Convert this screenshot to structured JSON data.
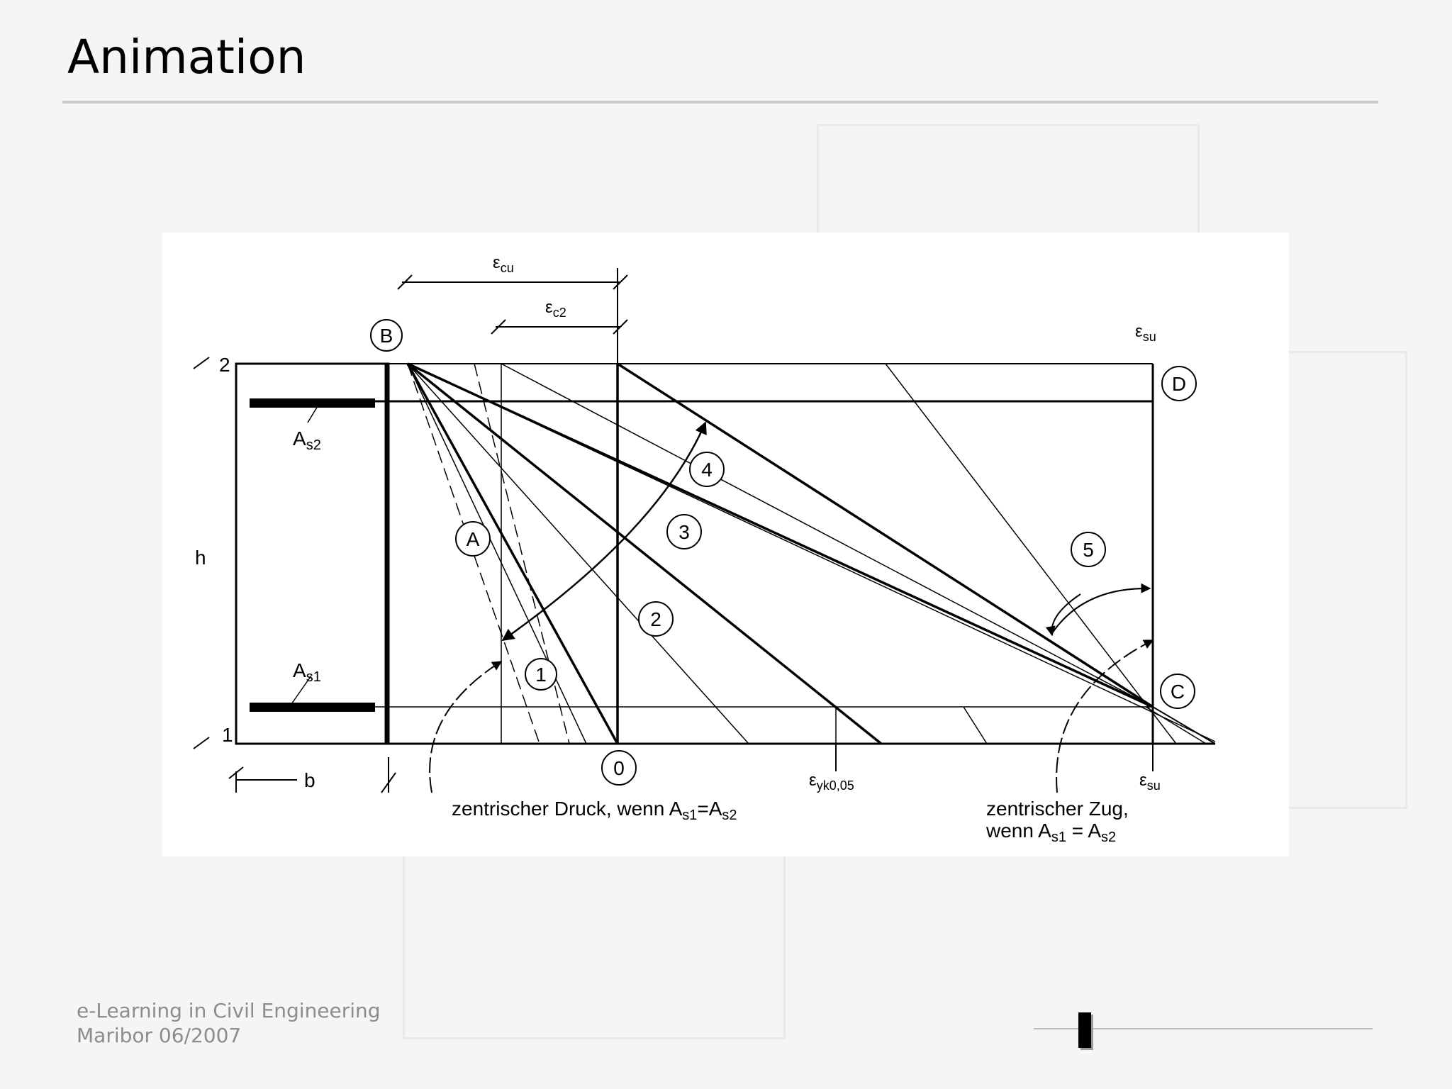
{
  "slide": {
    "title": "Animation"
  },
  "footer": {
    "line1": "e-Learning in Civil Engineering",
    "line2": "Maribor 06/2007"
  },
  "diagram": {
    "eps_cu": "ε",
    "eps_cu_sub": "cu",
    "eps_c2": "ε",
    "eps_c2_sub": "c2",
    "eps_su_top": "ε",
    "eps_su_top_sub": "su",
    "eps_su_bottom": "ε",
    "eps_su_bottom_sub": "su",
    "eps_yk": "ε",
    "eps_yk_sub": "yk0,05",
    "point_B": "B",
    "point_D": "D",
    "point_A": "A",
    "point_C": "C",
    "point_0": "0",
    "zone_1": "1",
    "zone_2": "2",
    "zone_3": "3",
    "zone_4": "4",
    "zone_5": "5",
    "fiber_top": "2",
    "fiber_bottom": "1",
    "height_label": "h",
    "width_label": "b",
    "as2": "A",
    "as2_sub": "s2",
    "as1": "A",
    "as1_sub": "s1",
    "druck_text": "zentrischer Druck, wenn A",
    "druck_sub1": "s1",
    "druck_eq": "=A",
    "druck_sub2": "s2",
    "zug_line1": "zentrischer Zug,",
    "zug_line2a": "wenn A",
    "zug_sub1": "s1",
    "zug_eq": " = A",
    "zug_sub2": "s2"
  },
  "progress": {
    "value": 0.15
  }
}
